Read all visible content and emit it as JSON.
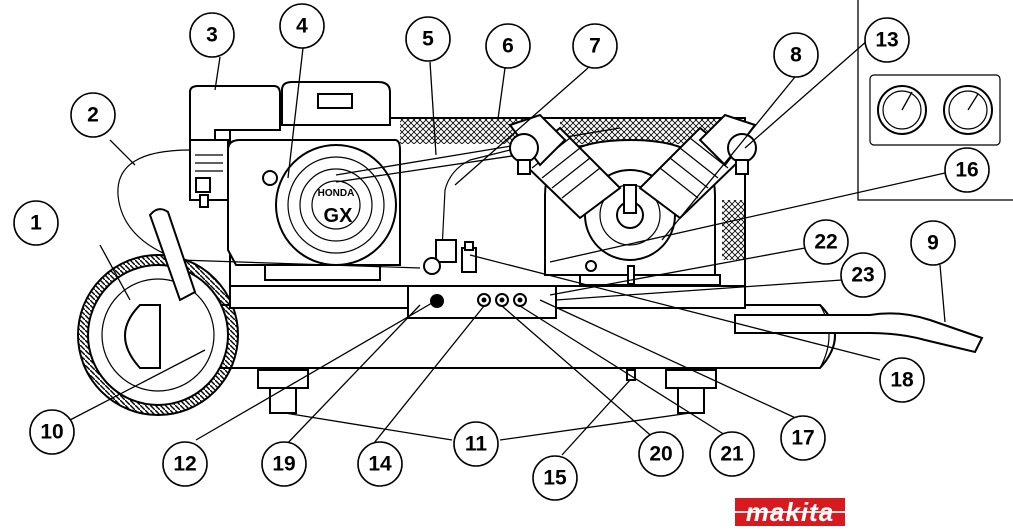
{
  "engine": {
    "brand": "HONDA",
    "model": "GX"
  },
  "logo_text": "makita",
  "callouts": [
    {
      "label": "1"
    },
    {
      "label": "2"
    },
    {
      "label": "3"
    },
    {
      "label": "4"
    },
    {
      "label": "5"
    },
    {
      "label": "6"
    },
    {
      "label": "7"
    },
    {
      "label": "8"
    },
    {
      "label": "13"
    },
    {
      "label": "16"
    },
    {
      "label": "9"
    },
    {
      "label": "22"
    },
    {
      "label": "23"
    },
    {
      "label": "10"
    },
    {
      "label": "18"
    },
    {
      "label": "12"
    },
    {
      "label": "19"
    },
    {
      "label": "14"
    },
    {
      "label": "11"
    },
    {
      "label": "15"
    },
    {
      "label": "20"
    },
    {
      "label": "21"
    },
    {
      "label": "17"
    }
  ]
}
